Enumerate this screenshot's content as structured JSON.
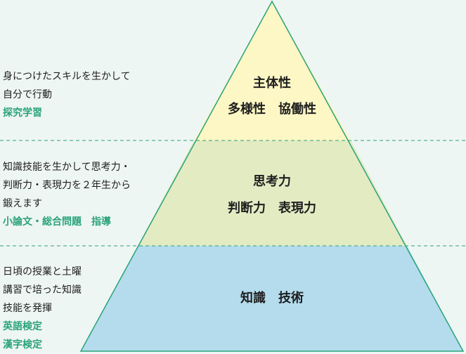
{
  "colors": {
    "background": "#eef6f3",
    "top_fill": "#fdf7c5",
    "middle_fill": "#e3ebc3",
    "bottom_fill": "#b4dced",
    "outline": "#2aa37a",
    "tag_text": "#2aa37a"
  },
  "pyramid": {
    "top": {
      "line1": "主体性",
      "line2": "多様性　協働性"
    },
    "middle": {
      "line1": "思考力",
      "line2": "判断力　表現力"
    },
    "bottom": {
      "line1": "知識　技術"
    }
  },
  "sides": {
    "top": {
      "lines": [
        "身につけたスキルを生かして",
        "自分で行動"
      ],
      "tags": [
        "探究学習"
      ]
    },
    "middle": {
      "lines": [
        "知識技能を生かして思考力・",
        "判断力・表現力を２年生から",
        "鍛えます"
      ],
      "tags": [
        "小論文・総合問題　指導"
      ]
    },
    "bottom": {
      "lines": [
        "日頃の授業と土曜",
        "講習で培った知識",
        "技能を発揮"
      ],
      "tags": [
        "英語検定",
        "漢字検定"
      ]
    }
  }
}
